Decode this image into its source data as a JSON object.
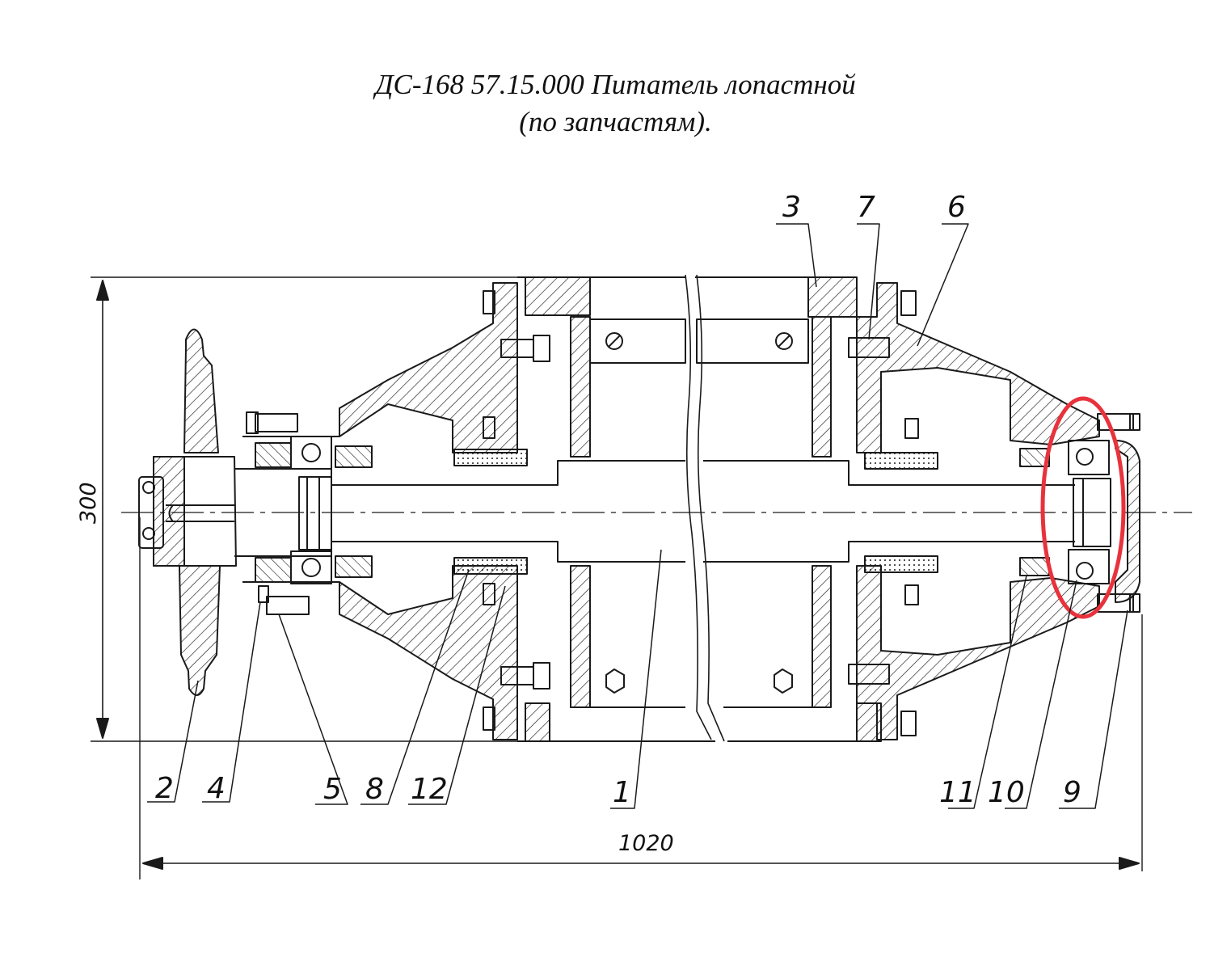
{
  "title": {
    "line1": "ДС-168 57.15.000 Питатель лопастной",
    "line2": "(по запчастям)."
  },
  "dimensions": {
    "height": "300",
    "length": "1020"
  },
  "callouts": [
    {
      "id": "c2",
      "label": "2"
    },
    {
      "id": "c4",
      "label": "4"
    },
    {
      "id": "c5",
      "label": "5"
    },
    {
      "id": "c8",
      "label": "8"
    },
    {
      "id": "c12",
      "label": "12"
    },
    {
      "id": "c1",
      "label": "1"
    },
    {
      "id": "c11",
      "label": "11"
    },
    {
      "id": "c10",
      "label": "10"
    },
    {
      "id": "c9",
      "label": "9"
    },
    {
      "id": "c3",
      "label": "3"
    },
    {
      "id": "c7",
      "label": "7"
    },
    {
      "id": "c6",
      "label": "6"
    }
  ],
  "highlight_color": "#e8323c",
  "line_color": "#1a1a1a"
}
